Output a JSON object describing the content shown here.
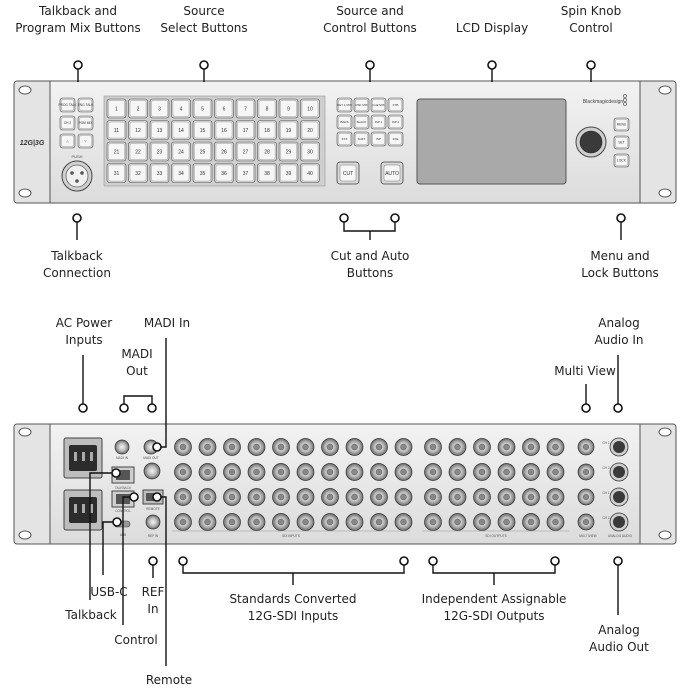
{
  "front_labels": {
    "talkback_program": [
      "Talkback and",
      "Program Mix Buttons"
    ],
    "source_select": [
      "Source",
      "Select Buttons"
    ],
    "source_control": [
      "Source and",
      "Control  Buttons"
    ],
    "lcd": [
      "LCD Display"
    ],
    "spin_knob": [
      "Spin Knob",
      "Control"
    ],
    "talkback_connection": [
      "Talkback",
      "Connection"
    ],
    "cut_auto": [
      "Cut and Auto",
      "Buttons"
    ],
    "menu_lock": [
      "Menu and",
      "Lock Buttons"
    ]
  },
  "rear_labels": {
    "ac_power": [
      "AC Power",
      "Inputs"
    ],
    "madi_in": [
      "MADI In"
    ],
    "madi_out": [
      "MADI",
      "Out"
    ],
    "analog_in": [
      "Analog",
      "Audio In"
    ],
    "multi_view": [
      "Multi View"
    ],
    "usbc": [
      "USB-C"
    ],
    "talkback": [
      "Talkback"
    ],
    "ref_in": [
      "REF",
      "In"
    ],
    "control": [
      "Control"
    ],
    "remote": [
      "Remote"
    ],
    "sdi_inputs": [
      "Standards Converted",
      "12G-SDI Inputs"
    ],
    "sdi_outputs": [
      "Independent Assignable",
      "12G-SDI Outputs"
    ],
    "analog_out": [
      "Analog",
      "Audio Out"
    ]
  },
  "front_panel": {
    "model": "12G|3G",
    "brand": "Blackmagicdesign",
    "left_buttons": [
      "PROG TALK",
      "ENG TALK",
      "CH 2",
      "PGM MIX",
      "△",
      "▽"
    ],
    "xlr_label": "PUSH",
    "source_numbers": [
      "1",
      "2",
      "3",
      "4",
      "5",
      "6",
      "7",
      "8",
      "9",
      "10",
      "11",
      "12",
      "13",
      "14",
      "15",
      "16",
      "17",
      "18",
      "19",
      "20",
      "21",
      "22",
      "23",
      "24",
      "25",
      "26",
      "27",
      "28",
      "29",
      "30",
      "31",
      "32",
      "33",
      "34",
      "35",
      "36",
      "37",
      "38",
      "39",
      "40"
    ],
    "control_buttons": [
      "KEY 1 MIX",
      "DSK MIX",
      "CH2 MIX",
      "FTB",
      "BARS",
      "BLACK",
      "INP 1",
      "INP 2",
      "XXX",
      "SHFT",
      "INP",
      "FXE"
    ],
    "cut_label": "CUT",
    "auto_label": "AUTO",
    "menu_buttons": [
      "MENU",
      "SET",
      "LOCK"
    ]
  },
  "rear_panel": {
    "sdi_inputs_label": "SDI INPUTS",
    "sdi_outputs_label": "SDI OUTPUTS",
    "multiview_label": "MULTIVIEW",
    "analog_audio_label": "ANALOG AUDIO",
    "talkback_port_label": "TALKBACK",
    "control_port_label": "CONTROL",
    "remote_port_label": "REMOTE",
    "usb_port_label": "USB",
    "ref_in_port_label": "REF IN",
    "madi_in_port_label": "MADI IN",
    "madi_out_port_label": "MADI OUT",
    "audio_channels": [
      "CH 1",
      "CH 2",
      "CH 1",
      "CH 2"
    ]
  }
}
